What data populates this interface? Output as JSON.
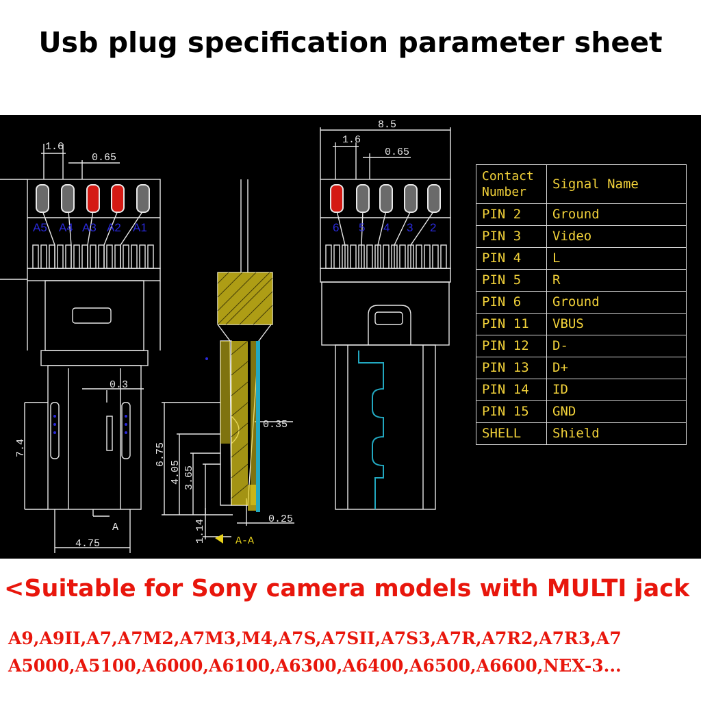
{
  "title": "Usb plug specification parameter sheet",
  "drawing": {
    "dims": {
      "d16a": "1.6",
      "d065a": "0.65",
      "d85": "8.5",
      "d16b": "1.6",
      "d065b": "0.65",
      "d03": "0.3",
      "d74": "7.4",
      "d475": "4.75",
      "d035": "0.35",
      "d675": "6.75",
      "d405": "4.05",
      "d365": "3.65",
      "d114": "1.14",
      "d025": "0.25"
    },
    "left_pin_labels": [
      "A5",
      "A4",
      "A3",
      "A2",
      "A1"
    ],
    "right_pin_labels": [
      "6",
      "5",
      "4",
      "3",
      "2"
    ],
    "section_marker": "A",
    "section_label": "A-A",
    "colors": {
      "outline": "#e8e8e8",
      "highlight_pin": "#d41a14",
      "pin_label": "#2a2adc",
      "hatch": "#e8d21c",
      "trace": "#22a8c0"
    }
  },
  "pin_table": {
    "header_contact": [
      "Contact",
      "Number"
    ],
    "header_signal": "Signal Name",
    "rows": [
      {
        "pin": "PIN 2",
        "signal": "Ground"
      },
      {
        "pin": "PIN 3",
        "signal": "Video"
      },
      {
        "pin": "PIN 4",
        "signal": "L"
      },
      {
        "pin": "PIN 5",
        "signal": "R"
      },
      {
        "pin": "PIN 6",
        "signal": "Ground"
      },
      {
        "pin": "PIN 11",
        "signal": "VBUS"
      },
      {
        "pin": "PIN 12",
        "signal": "D-"
      },
      {
        "pin": "PIN 13",
        "signal": "D+"
      },
      {
        "pin": "PIN 14",
        "signal": "ID"
      },
      {
        "pin": "PIN 15",
        "signal": "GND"
      },
      {
        "pin": "SHELL",
        "signal": "Shield"
      }
    ]
  },
  "suitable_text": "<Suitable for Sony camera models with MULTI jack",
  "models_line1": "A9,A9II,A7,A7M2,A7M3,M4,A7S,A7SII,A7S3,A7R,A7R2,A7R3,A7",
  "models_line2": "A5000,A5100,A6000,A6100,A6300,A6400,A6500,A6600,NEX-3..."
}
